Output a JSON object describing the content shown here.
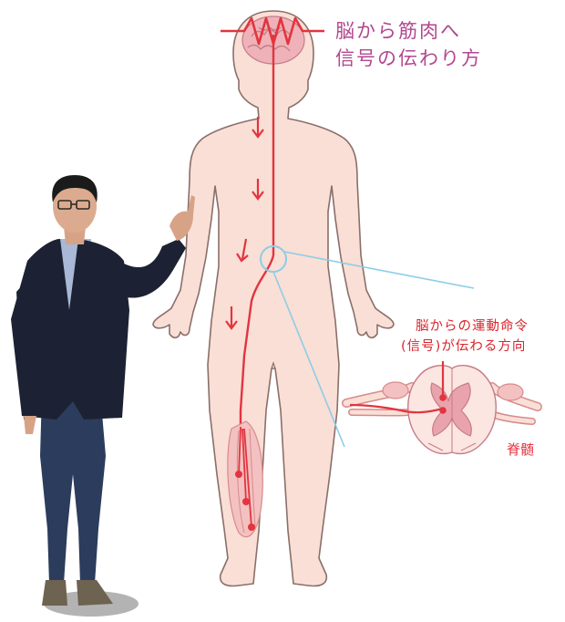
{
  "title": {
    "line1": "脳から筋肉へ",
    "line2": "信号の伝わり方"
  },
  "annotation": {
    "line1": "脳からの運動命令",
    "line2": "(信号)が伝わる方向"
  },
  "spinal_label": "脊髄",
  "colors": {
    "body_fill": "#f9dfd6",
    "body_outline": "#8a6f6a",
    "signal_red": "#e3343f",
    "title_magenta": "#b3478f",
    "pointer_blue": "#8dcde6",
    "brain_pink": "#eeb2b8"
  },
  "icons": [
    "down-arrow-icon",
    "neuron-ending-icon",
    "magnifier-circle-icon"
  ]
}
